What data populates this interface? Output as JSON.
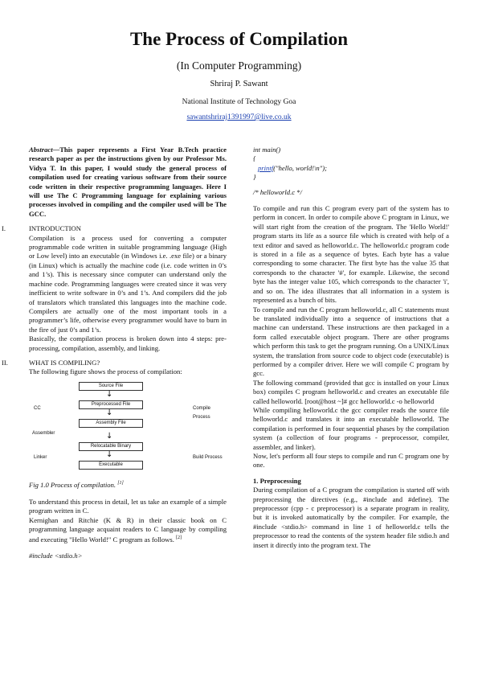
{
  "header": {
    "title": "The Process of Compilation",
    "subtitle": "(In Computer Programming)",
    "author": "Shriraj P. Sawant",
    "institution": "National Institute of Technology Goa",
    "email": "sawantshriraj1391997@live.co.uk"
  },
  "abstract": {
    "label": "Abstract",
    "text": "—This paper represents a First Year B.Tech practice research paper as per the instructions given by our Professor Ms. Vidya T. In this paper, I would study the general process of compilation used for creating various software from their source code written in their respective programming languages. Here I will use The C Programming language for explaining various processes involved in compiling and the compiler used will be The GCC."
  },
  "sections": {
    "intro": {
      "number": "I.",
      "heading": "INTRODUCTION",
      "p1": "Compilation is a process used for converting a computer programmable code written in suitable programming language (High or Low level) into an executable (in Windows i.e. .exe file) or a binary (in Linux) which is actually the machine code (i.e. code written in 0’s and 1’s). This is necessary since computer can understand only the machine code. Programming languages were created since it was very inefficient to write software in 0’s and 1’s. And compilers did the job of translators which translated this languages into the machine code. Compilers are actually one of the most important tools in a programmer’s life, otherwise every programmer would have to burn in the fire of just 0’s and 1’s.",
      "p2": "Basically, the compilation process is broken down into 4 steps: pre-processing, compilation, assembly, and linking."
    },
    "compiling": {
      "number": "II.",
      "heading": "WHAT IS COMPILING?",
      "p1": "The following figure shows the process of compilation:"
    }
  },
  "figure": {
    "boxes": [
      "Source File",
      "Preprocessed File",
      "Assembly File",
      "Relocatable Binary",
      "Executable"
    ],
    "left_labels": [
      "CC",
      "Assembler",
      "Linker"
    ],
    "right_labels": [
      "Compile Process",
      "Build Process"
    ],
    "caption": "Fig 1.0 Process of compilation.",
    "caption_ref": "[1]"
  },
  "left_after": {
    "p1": "To understand this process in detail, let us take an example of a simple program written in C.",
    "p2": "Kernighan and Ritchie (K & R) in their classic book on C programming language acquaint readers to C language by compiling and executing \"Hello World!\" C program as follows.",
    "p2_ref": "[2]",
    "code_include": "#include <stdio.h>"
  },
  "code": {
    "line1": "int main()",
    "line2": "{",
    "line3_fn": "printf",
    "line3_rest": "(\"hello, world!\\n\");",
    "line4": "}",
    "comment": "/* helloworld.c */"
  },
  "right_text": {
    "p1": "To compile and run this C program every part of the system has to perform in concert. In order to compile above C program in Linux, we will start right from the creation of the program. The 'Hello World!' program starts its life as a source file which is created with help of a text editor and saved as helloworld.c. The helloworld.c program code is stored in a file as a sequence of bytes. Each byte has a value corresponding to some character. The first byte has the value 35 that corresponds to the character '#', for example. Likewise, the second byte has the integer value 105, which corresponds to the character 'i', and so on. The idea illustrates that all information in a system is represented as a bunch of bits.",
    "p2": "To compile and run the C program helloworld.c, all C statements must be translated individually into a sequence of instructions that a machine can understand. These instructions are then packaged in a form called executable object program. There are other programs which perform this task to get the program running. On a UNIX/Linux system, the translation from source code to object code (executable) is performed by a compiler driver. Here we will compile C program by gcc.",
    "p3": "The following command (provided that gcc is installed on your Linux box) compiles C program helloworld.c and creates an executable file called helloworld. [root@host ~]# gcc helloworld.c -o helloworld",
    "p4": "While compiling helloworld.c the gcc compiler reads the source file helloworld.c and translates it into an executable helloworld. The compilation is performed in four sequential phases by the compilation system (a collection of four programs - preprocessor, compiler, assembler, and linker).",
    "p5": "Now, let's perform all four steps to compile and run C program one by one.",
    "pre_heading": "1. Preprocessing",
    "p6": "During compilation of a C program the compilation is started off with preprocessing the directives (e.g., #include and #define). The preprocessor (cpp - c preprocessor) is a separate program in reality, but it is invoked automatically by the compiler. For example, the #include <stdio.h> command in line 1 of helloworld.c tells the preprocessor to read the contents of the system header file stdio.h and insert it directly into the program text. The"
  }
}
